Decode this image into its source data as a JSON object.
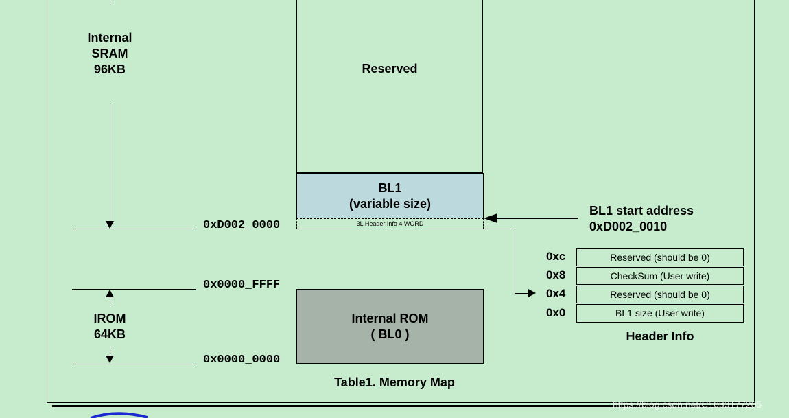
{
  "sram": {
    "line1": "Internal",
    "line2": "SRAM",
    "line3": "96KB"
  },
  "irom": {
    "line1": "IROM",
    "line2": "64KB"
  },
  "blocks": {
    "reserved": "Reserved",
    "bl1_title": "BL1",
    "bl1_sub": "(variable size)",
    "header_strip": "3L Header Info 4 WORD",
    "rom_title": "Internal ROM",
    "rom_sub": "( BL0 )"
  },
  "addresses": {
    "sram_base": "0xD002_0000",
    "rom_top": "0x0000_FFFF",
    "rom_base": "0x0000_0000"
  },
  "bl1_start": {
    "label": "BL1 start address",
    "address": "0xD002_0010"
  },
  "header_table": {
    "rows": [
      {
        "offset": "0xc",
        "desc": "Reserved (should be 0)"
      },
      {
        "offset": "0x8",
        "desc": "CheckSum (User write)"
      },
      {
        "offset": "0x4",
        "desc": "Reserved (should be 0)"
      },
      {
        "offset": "0x0",
        "desc": "BL1 size (User write)"
      }
    ],
    "caption": "Header Info"
  },
  "caption": "Table1. Memory Map",
  "watermark": "https://blog.csdn.net/C1033177205"
}
